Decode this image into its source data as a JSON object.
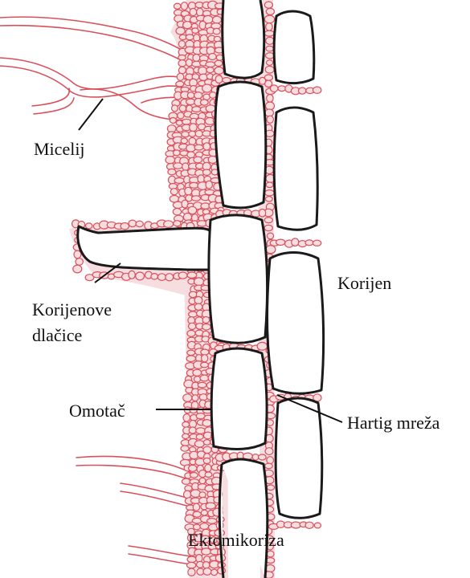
{
  "diagram": {
    "caption": "Ektomikoriza",
    "labels": {
      "micelij": "Micelij",
      "korijenove_1": "Korijenove",
      "korijenove_2": "dlačice",
      "omotac": "Omotač",
      "korijen": "Korijen",
      "hartig": "Hartig mreža"
    },
    "colors": {
      "hypha": "#d9505a",
      "hypha_fill": "#f6dde0",
      "cell_stroke": "#1a1a1a",
      "cell_fill": "#ffffff",
      "background": "#ffffff"
    }
  }
}
